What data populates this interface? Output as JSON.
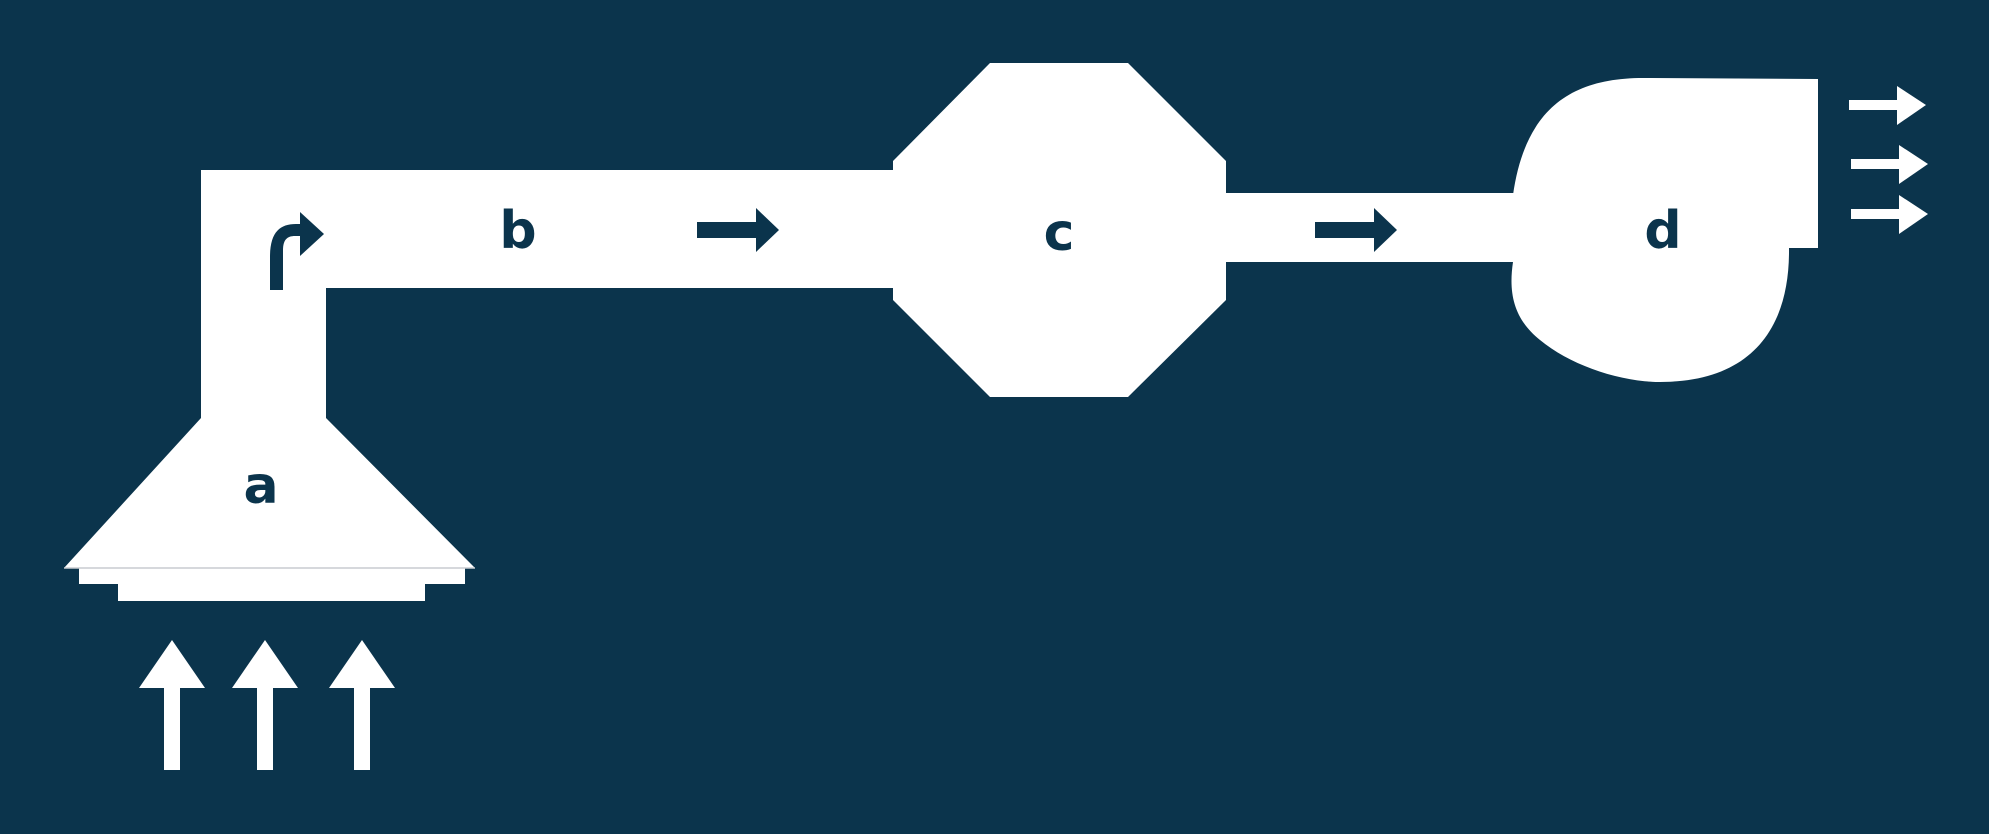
{
  "colors": {
    "background": "#0b344c",
    "shape": "#ffffff",
    "label": "#0b344c"
  },
  "labels": {
    "a": "a",
    "b": "b",
    "c": "c",
    "d": "d"
  },
  "icons": {
    "intake_arrows": "arrow-up-icon",
    "flow_arrows": "arrow-right-icon",
    "turn_arrow": "turn-right-arrow-icon",
    "exhaust_arrows": "arrow-right-icon"
  }
}
